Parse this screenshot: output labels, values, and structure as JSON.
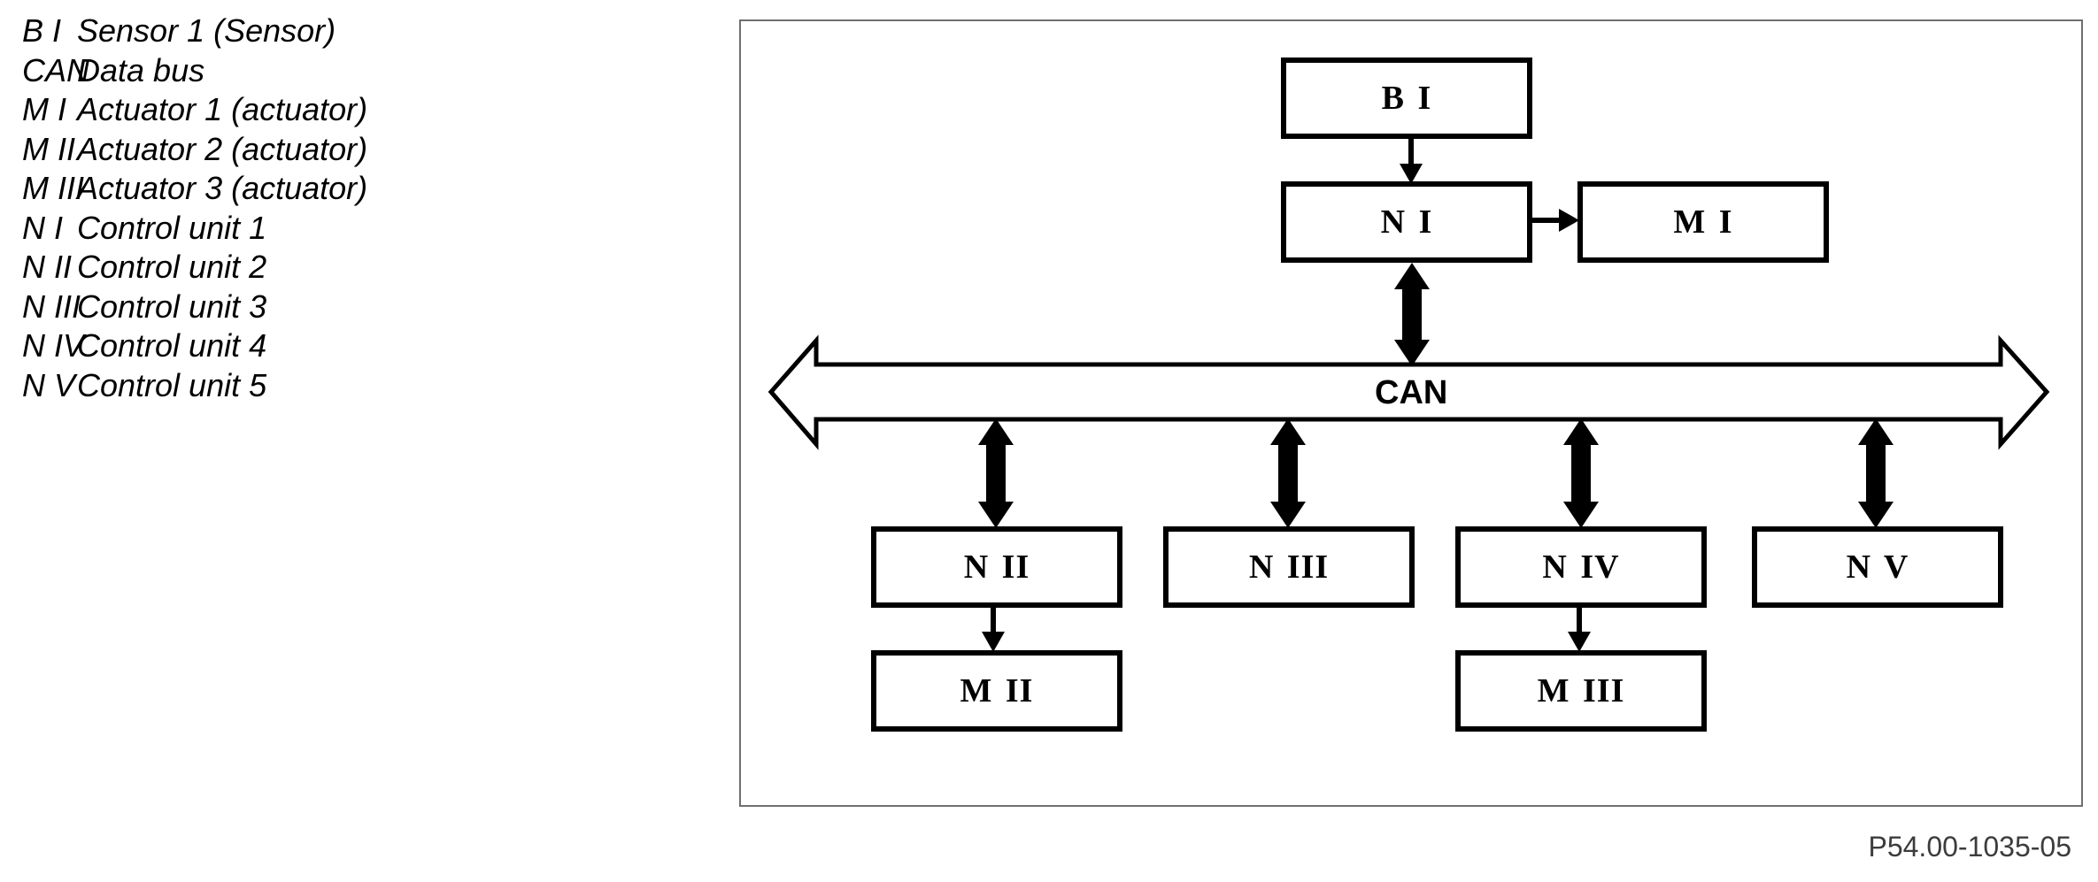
{
  "legend": {
    "items": [
      {
        "abbr": "B I",
        "desc": "Sensor 1 (Sensor)"
      },
      {
        "abbr": "CAN",
        "desc": "Data bus"
      },
      {
        "abbr": "M I",
        "desc": "Actuator 1 (actuator)"
      },
      {
        "abbr": "M II",
        "desc": "Actuator 2 (actuator)"
      },
      {
        "abbr": "M III",
        "desc": "Actuator 3 (actuator)"
      },
      {
        "abbr": "N I",
        "desc": "Control unit 1"
      },
      {
        "abbr": "N II",
        "desc": "Control unit 2"
      },
      {
        "abbr": "N III",
        "desc": "Control unit 3"
      },
      {
        "abbr": "N IV",
        "desc": "Control unit 4"
      },
      {
        "abbr": "N V",
        "desc": "Control unit 5"
      }
    ]
  },
  "diagram": {
    "bus_label": "CAN",
    "nodes": {
      "b1": {
        "label": "B I"
      },
      "n1": {
        "label": "N I"
      },
      "m1": {
        "label": "M I"
      },
      "n2": {
        "label": "N II"
      },
      "n3": {
        "label": "N III"
      },
      "n4": {
        "label": "N IV"
      },
      "n5": {
        "label": "N V"
      },
      "m2": {
        "label": "M II"
      },
      "m3": {
        "label": "M III"
      }
    }
  },
  "figure_code": "P54.00-1035-05",
  "colors": {
    "line": "#000000",
    "frame_border": "#6f6f6f",
    "code_text": "#3c3c3c",
    "background": "#ffffff"
  }
}
